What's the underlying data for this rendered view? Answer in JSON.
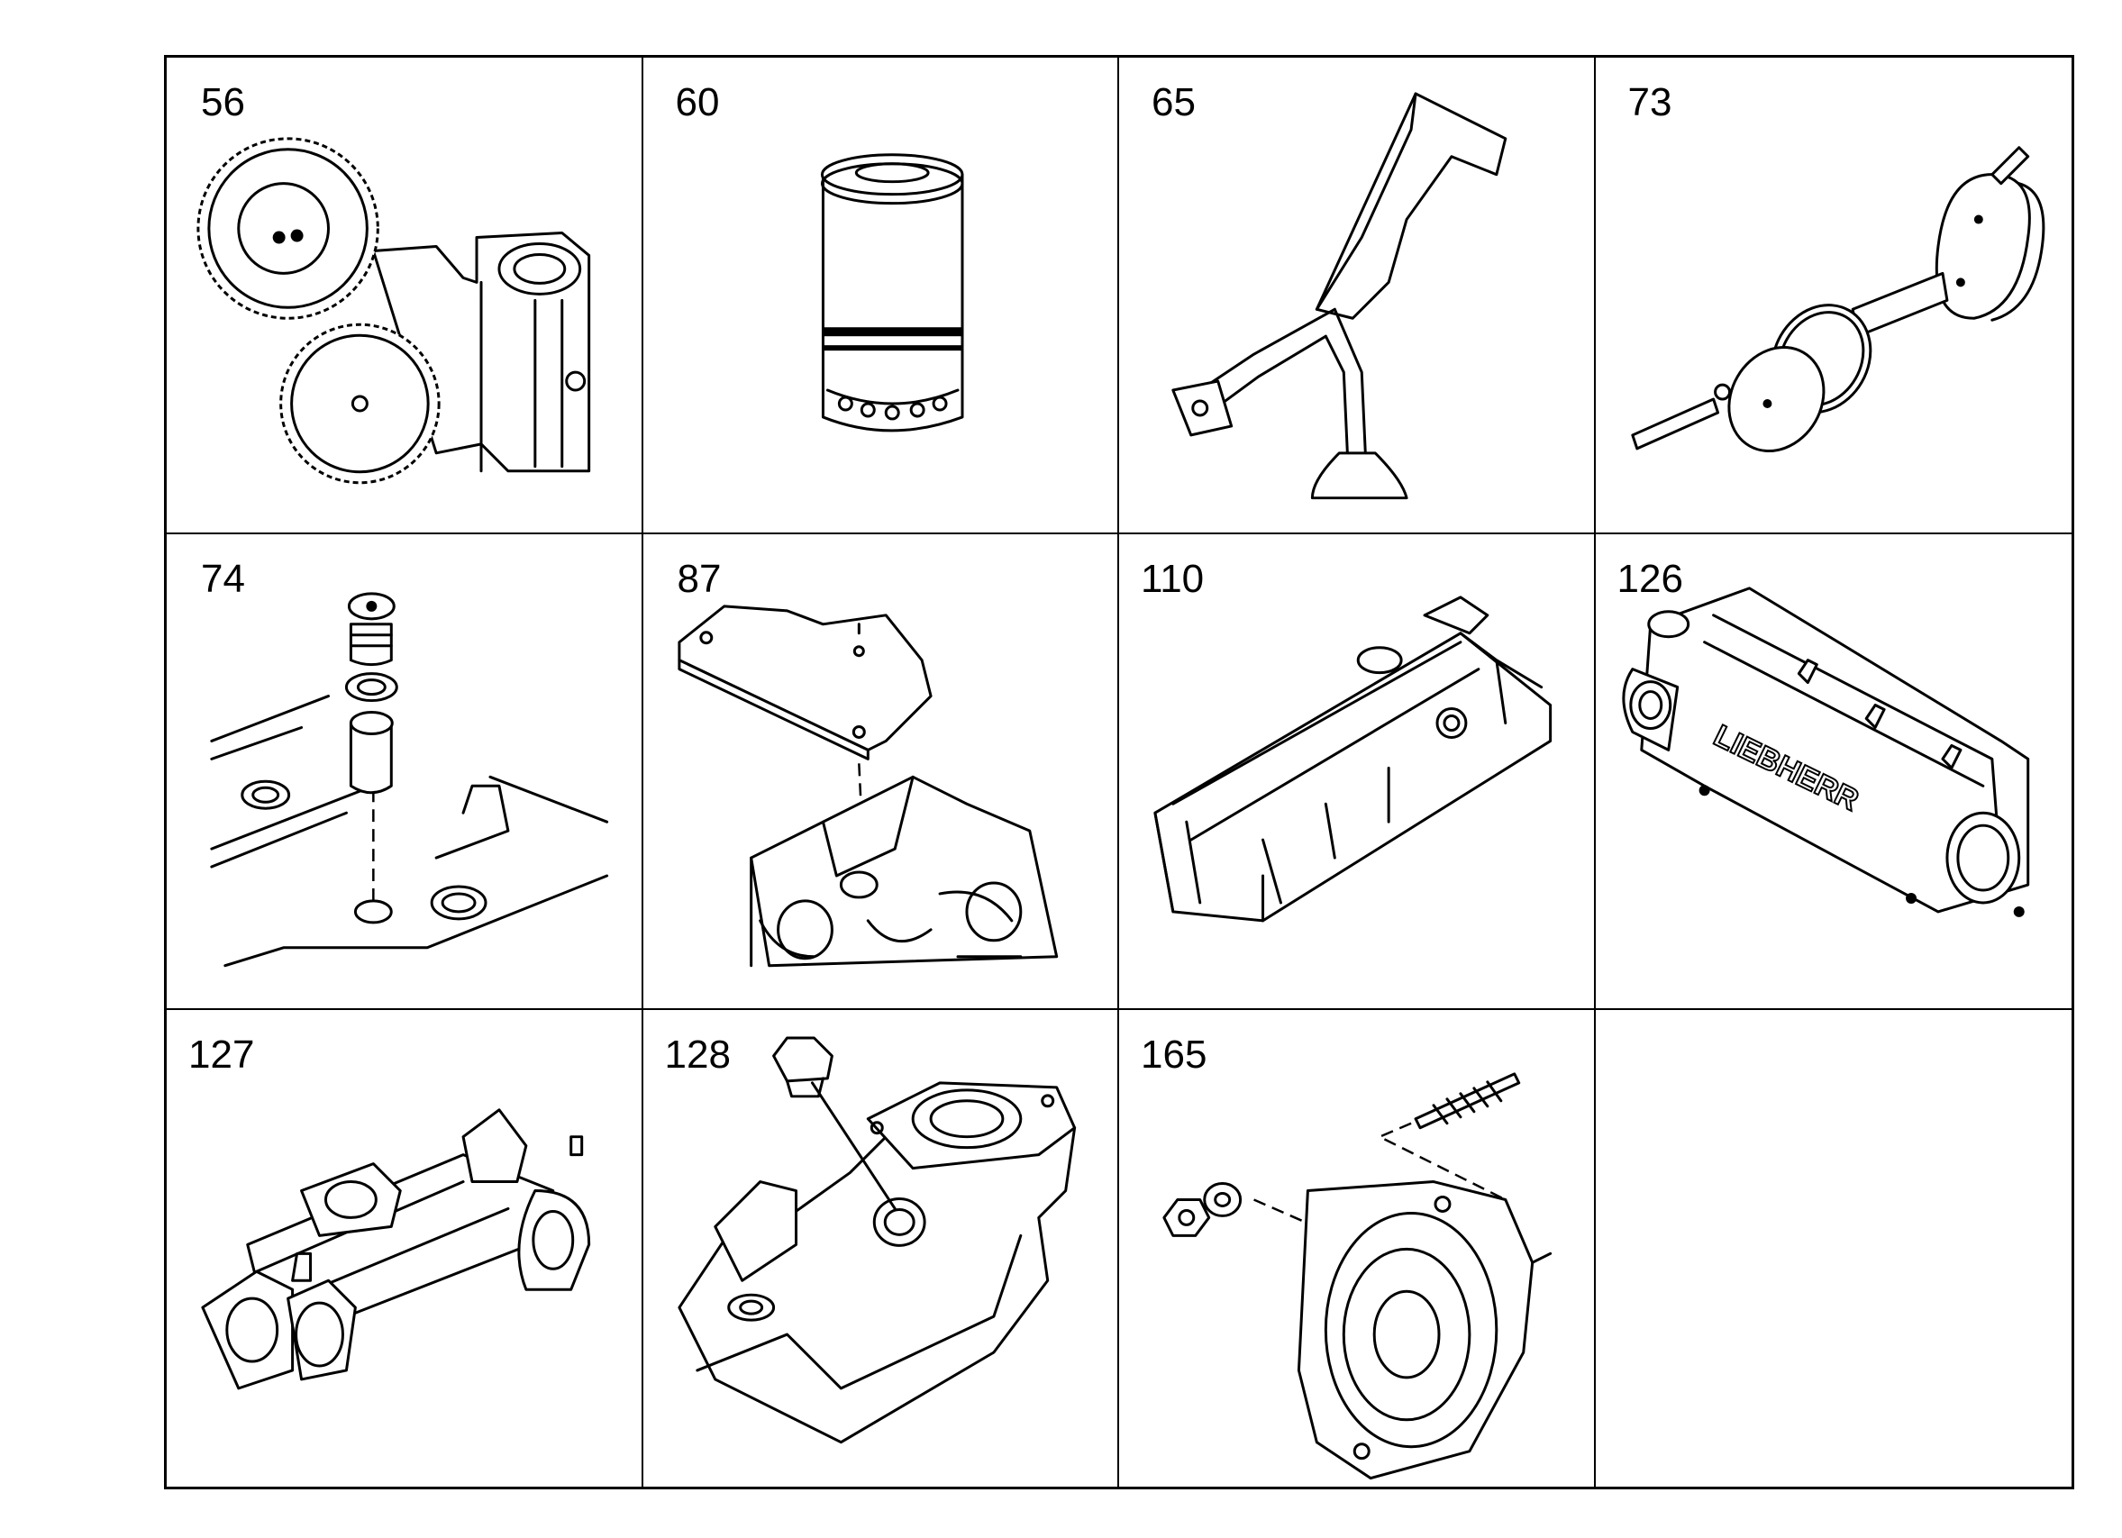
{
  "parts": [
    {
      "number": "56",
      "icon": "oil-pump-icon"
    },
    {
      "number": "60",
      "icon": "oil-filter-icon"
    },
    {
      "number": "65",
      "icon": "oil-suction-pipe-icon"
    },
    {
      "number": "73",
      "icon": "cover-plate-icon"
    },
    {
      "number": "74",
      "icon": "screw-plug-icon"
    },
    {
      "number": "87",
      "icon": "cover-gasket-icon"
    },
    {
      "number": "110",
      "icon": "cylinder-head-cover-icon"
    },
    {
      "number": "126",
      "icon": "oil-cooler-icon"
    },
    {
      "number": "127",
      "icon": "intake-manifold-icon"
    },
    {
      "number": "128",
      "icon": "plug-housing-icon"
    },
    {
      "number": "165",
      "icon": "stud-cover-icon"
    },
    {
      "number": "",
      "icon": ""
    }
  ],
  "cooler_brand_lettering": "LIEBHERR"
}
